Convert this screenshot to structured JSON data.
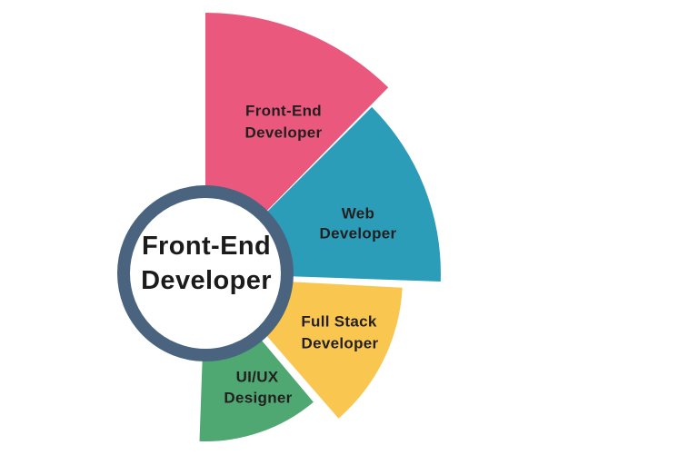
{
  "diagram": {
    "type": "radial-career-infographic",
    "title_center": {
      "line1": "Front-End",
      "line2": "Developer"
    },
    "colors": {
      "background": "#FFFFFF",
      "ring": "#4A6480",
      "center_bg": "#FFFFFF",
      "center_text": "#1B1B1B",
      "segment_text": "#231F20"
    },
    "segments": [
      {
        "name": "front-end-developer",
        "line1": "Front-End",
        "line2": "Developer",
        "color": "#EA597D"
      },
      {
        "name": "web-developer",
        "line1": "Web",
        "line2": "Developer",
        "color": "#2C9DB8"
      },
      {
        "name": "full-stack-developer",
        "line1": "Full Stack",
        "line2": "Developer",
        "color": "#F9C64F"
      },
      {
        "name": "ui-ux-designer",
        "line1": "UI/UX",
        "line2": "Designer",
        "color": "#4FA872"
      }
    ]
  }
}
